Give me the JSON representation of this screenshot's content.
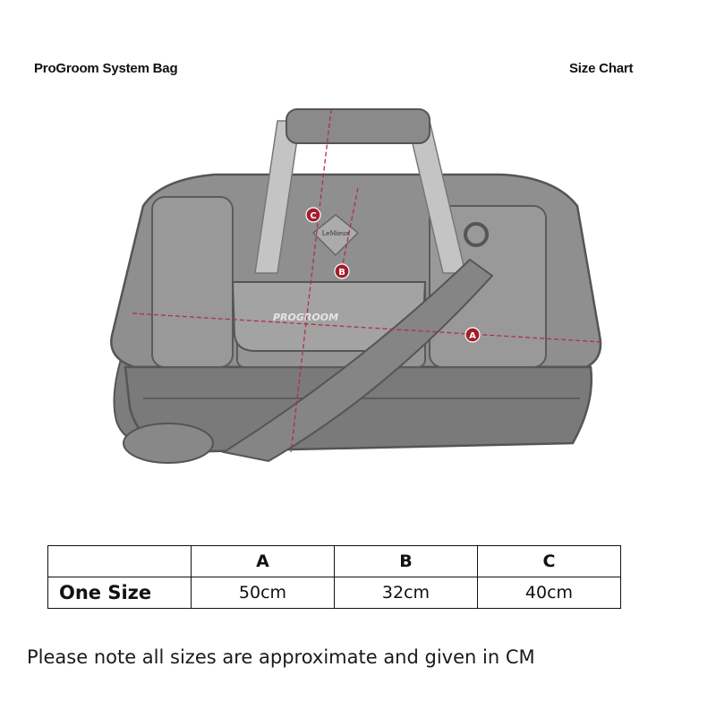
{
  "header": {
    "title": "ProGroom System Bag",
    "chart_label": "Size Chart"
  },
  "figure": {
    "markers": [
      "A",
      "B",
      "C"
    ],
    "logo_text": "LeMieux",
    "brand_text": "PROGROOM",
    "colors": {
      "bag": "#8f8f8f",
      "bag_dark": "#6e6e6e",
      "bag_light": "#c4c4c4",
      "marker": "#a01f2c"
    }
  },
  "table": {
    "columns": [
      "",
      "A",
      "B",
      "C"
    ],
    "rows": [
      {
        "label": "One Size",
        "values": [
          "50cm",
          "32cm",
          "40cm"
        ]
      }
    ]
  },
  "note": "Please note all sizes are approximate and given in CM"
}
